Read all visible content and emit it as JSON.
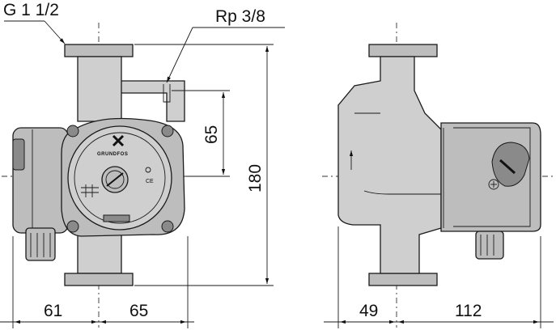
{
  "labels": {
    "thread_inlet": "G 1 1/2",
    "thread_vent": "Rp 3/8",
    "brand": "GRUNDFOS"
  },
  "dimensions": {
    "port_height": "65",
    "overall_length": "180",
    "left_offset": "61",
    "center_to_right": "65",
    "side_left": "49",
    "side_right": "112"
  },
  "marks": {
    "ce": "CE"
  }
}
